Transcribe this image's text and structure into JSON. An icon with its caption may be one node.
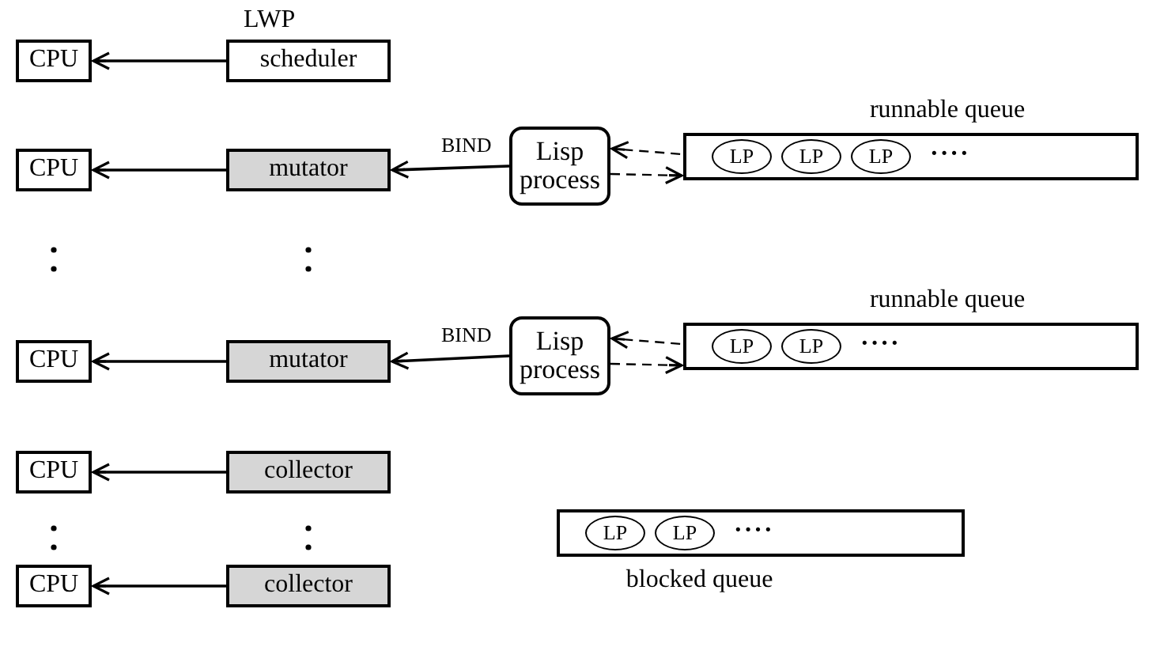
{
  "diagram": {
    "nodes": [
      {
        "text": [
          "CPU"
        ]
      },
      {
        "text": [
          "scheduler"
        ]
      },
      {
        "text": [
          "CPU"
        ]
      },
      {
        "text": [
          "mutator"
        ]
      },
      {
        "text": [
          "CPU"
        ]
      },
      {
        "text": [
          "mutator"
        ]
      },
      {
        "text": [
          "CPU"
        ]
      },
      {
        "text": [
          "collector"
        ]
      },
      {
        "text": [
          "CPU"
        ]
      },
      {
        "text": [
          "collector"
        ]
      },
      {
        "text": [
          "Lisp process"
        ]
      },
      {
        "text": [
          "····"
        ],
        "beside": [
          "runnable queue"
        ]
      },
      {
        "text": [
          "LP"
        ],
        "in": 11
      },
      {
        "text": [
          "LP"
        ],
        "in": 11
      },
      {
        "text": [
          "LP"
        ],
        "in": 11
      },
      {
        "text": [
          "Lisp process"
        ]
      },
      {
        "text": [
          "····"
        ],
        "beside": [
          "runnable queue"
        ]
      },
      {
        "text": [
          "LP"
        ],
        "in": 16
      },
      {
        "text": [
          "LP"
        ],
        "in": 16
      },
      {
        "text": [
          "····"
        ],
        "beside": [
          "blocked queue"
        ]
      },
      {
        "text": [
          "LP"
        ],
        "in": 19
      },
      {
        "text": [
          "LP"
        ],
        "in": 19
      }
    ],
    "edges": [
      {
        "from": 1,
        "to": 0,
        "arrow": "to"
      },
      {
        "from": 3,
        "to": 2,
        "arrow": "to"
      },
      {
        "from": 5,
        "to": 4,
        "arrow": "to"
      },
      {
        "from": 7,
        "to": 6,
        "arrow": "to"
      },
      {
        "from": 9,
        "to": 8,
        "arrow": "to"
      },
      {
        "from": 10,
        "to": 3,
        "arrow": "to",
        "label": "BIND"
      },
      {
        "from": 15,
        "to": 5,
        "arrow": "to",
        "label": "BIND"
      },
      {
        "from": 12,
        "to": 10,
        "arrow": "to",
        "style": "dashed"
      },
      {
        "from": 10,
        "to": 11,
        "arrow": "to",
        "style": "dashed"
      },
      {
        "from": 17,
        "to": 15,
        "arrow": "to",
        "style": "dashed"
      },
      {
        "from": 15,
        "to": 16,
        "arrow": "to",
        "style": "dashed"
      }
    ],
    "labels": [
      "LWP"
    ]
  }
}
